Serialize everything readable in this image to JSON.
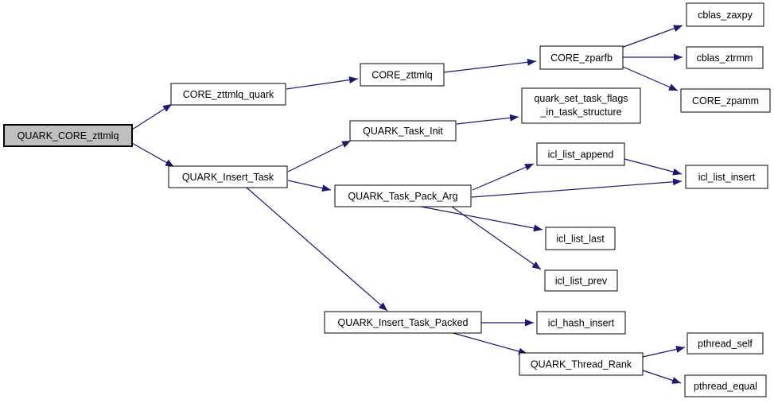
{
  "diagram": {
    "type": "call-graph",
    "root": "QUARK_CORE_zttmlq",
    "nodes": [
      {
        "id": "QUARK_CORE_zttmlq",
        "label": "QUARK_CORE_zttmlq",
        "root": true
      },
      {
        "id": "CORE_zttmlq_quark",
        "label": "CORE_zttmlq_quark"
      },
      {
        "id": "QUARK_Insert_Task",
        "label": "QUARK_Insert_Task"
      },
      {
        "id": "CORE_zttmlq",
        "label": "CORE_zttmlq"
      },
      {
        "id": "CORE_zparfb",
        "label": "CORE_zparfb"
      },
      {
        "id": "cblas_zaxpy",
        "label": "cblas_zaxpy"
      },
      {
        "id": "cblas_ztrmm",
        "label": "cblas_ztrmm"
      },
      {
        "id": "CORE_zpamm",
        "label": "CORE_zpamm"
      },
      {
        "id": "quark_set_task_flags_in_task_structure",
        "label": "quark_set_task_flags_in_task_structure",
        "label_lines": [
          "quark_set_task_flags",
          "_in_task_structure"
        ]
      },
      {
        "id": "QUARK_Task_Init",
        "label": "QUARK_Task_Init"
      },
      {
        "id": "icl_list_append",
        "label": "icl_list_append"
      },
      {
        "id": "icl_list_insert",
        "label": "icl_list_insert"
      },
      {
        "id": "QUARK_Task_Pack_Arg",
        "label": "QUARK_Task_Pack_Arg"
      },
      {
        "id": "icl_list_last",
        "label": "icl_list_last"
      },
      {
        "id": "icl_list_prev",
        "label": "icl_list_prev"
      },
      {
        "id": "QUARK_Insert_Task_Packed",
        "label": "QUARK_Insert_Task_Packed"
      },
      {
        "id": "icl_hash_insert",
        "label": "icl_hash_insert"
      },
      {
        "id": "QUARK_Thread_Rank",
        "label": "QUARK_Thread_Rank"
      },
      {
        "id": "pthread_self",
        "label": "pthread_self"
      },
      {
        "id": "pthread_equal",
        "label": "pthread_equal"
      }
    ],
    "edges": [
      {
        "from": "QUARK_CORE_zttmlq",
        "to": "CORE_zttmlq_quark"
      },
      {
        "from": "QUARK_CORE_zttmlq",
        "to": "QUARK_Insert_Task"
      },
      {
        "from": "CORE_zttmlq_quark",
        "to": "CORE_zttmlq"
      },
      {
        "from": "CORE_zttmlq",
        "to": "CORE_zparfb"
      },
      {
        "from": "CORE_zparfb",
        "to": "cblas_zaxpy"
      },
      {
        "from": "CORE_zparfb",
        "to": "cblas_ztrmm"
      },
      {
        "from": "CORE_zparfb",
        "to": "CORE_zpamm"
      },
      {
        "from": "QUARK_Insert_Task",
        "to": "QUARK_Task_Init"
      },
      {
        "from": "QUARK_Task_Init",
        "to": "quark_set_task_flags_in_task_structure"
      },
      {
        "from": "QUARK_Insert_Task",
        "to": "QUARK_Task_Pack_Arg"
      },
      {
        "from": "QUARK_Task_Pack_Arg",
        "to": "icl_list_append"
      },
      {
        "from": "icl_list_append",
        "to": "icl_list_insert"
      },
      {
        "from": "QUARK_Task_Pack_Arg",
        "to": "icl_list_insert"
      },
      {
        "from": "QUARK_Task_Pack_Arg",
        "to": "icl_list_last"
      },
      {
        "from": "QUARK_Task_Pack_Arg",
        "to": "icl_list_prev"
      },
      {
        "from": "QUARK_Insert_Task",
        "to": "QUARK_Insert_Task_Packed"
      },
      {
        "from": "QUARK_Insert_Task_Packed",
        "to": "icl_hash_insert"
      },
      {
        "from": "QUARK_Insert_Task_Packed",
        "to": "QUARK_Thread_Rank"
      },
      {
        "from": "QUARK_Thread_Rank",
        "to": "pthread_self"
      },
      {
        "from": "QUARK_Thread_Rank",
        "to": "pthread_equal"
      }
    ]
  },
  "colors": {
    "background": "#ffffff",
    "edge": "#191970",
    "node_fill": "#ffffff",
    "root_node_fill": "#bfbfbf",
    "node_border": "#000000",
    "text": "#000000"
  }
}
